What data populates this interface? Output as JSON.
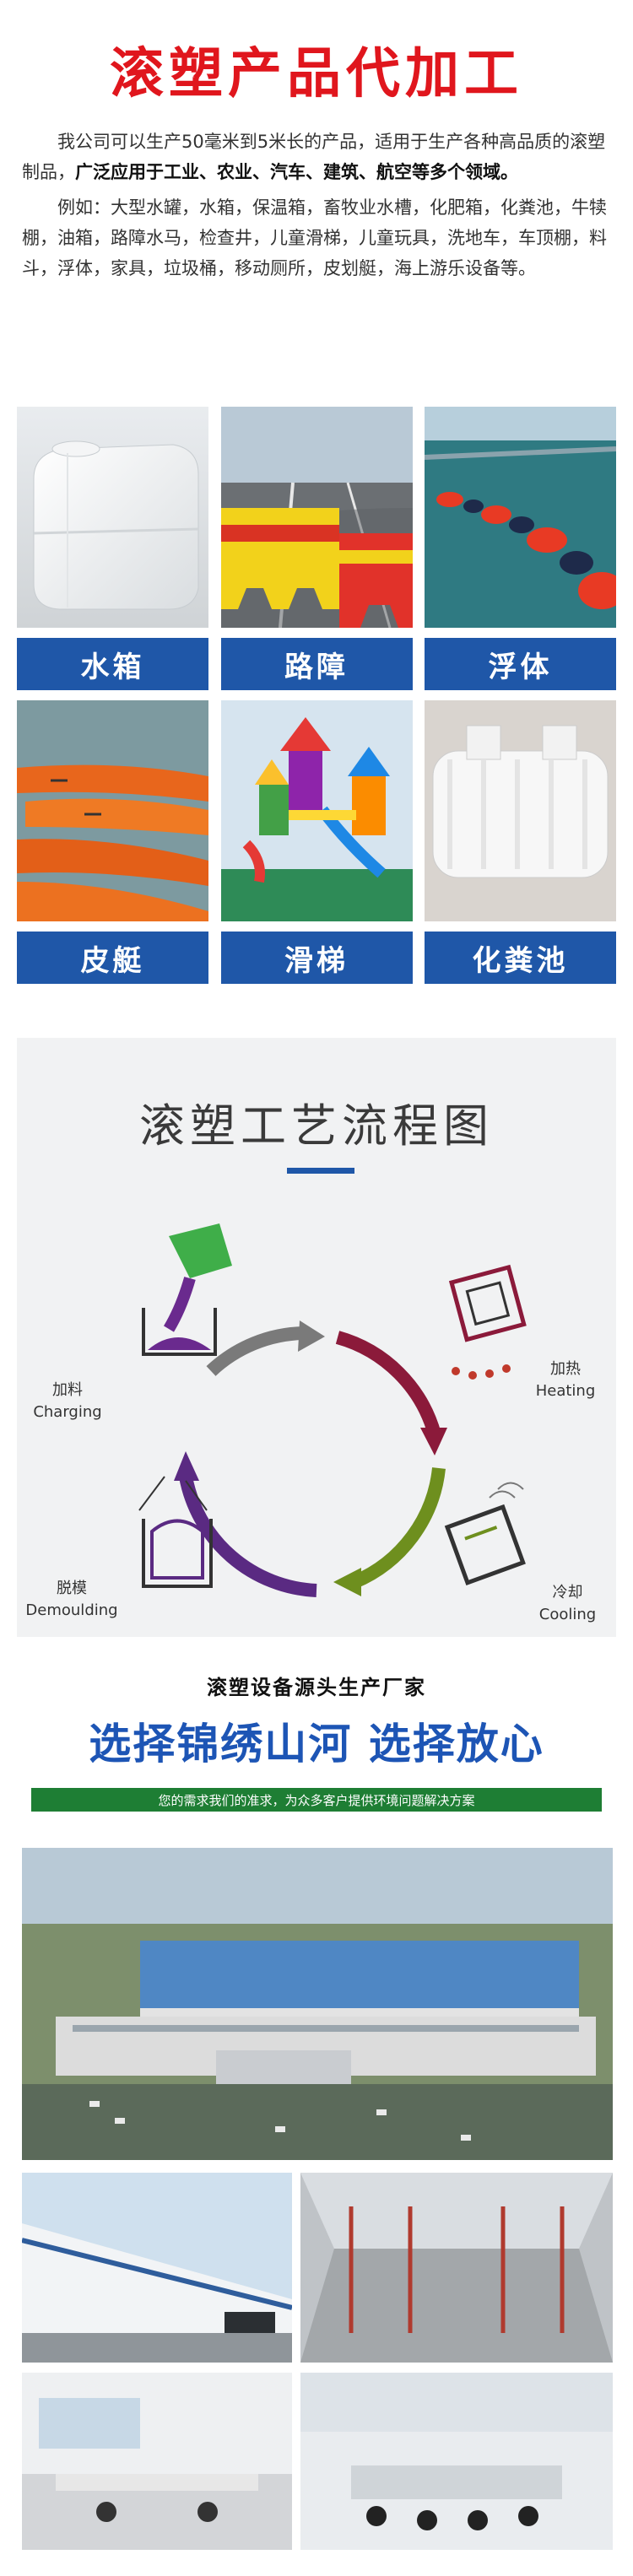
{
  "header": {
    "title": "滚塑产品代加工"
  },
  "intro": {
    "p1_normal": "我公司可以生产50毫米到5米长的产品，适用于生产各种高品质的滚塑制品，",
    "p1_bold": "广泛应用于工业、农业、汽车、建筑、航空等多个领域。",
    "p2": "例如：大型水罐，水箱，保温箱，畜牧业水槽，化肥箱，化粪池，牛犊棚，油箱，路障水马，检查井，儿童滑梯，儿童玩具，洗地车，车顶棚，料斗，浮体，家具，垃圾桶，移动厕所，皮划艇，海上游乐设备等。"
  },
  "products": [
    {
      "label": "水箱",
      "icon": "water-tank-photo"
    },
    {
      "label": "路障",
      "icon": "road-barrier-photo"
    },
    {
      "label": "浮体",
      "icon": "buoy-photo"
    },
    {
      "label": "皮艇",
      "icon": "kayak-photo"
    },
    {
      "label": "滑梯",
      "icon": "playground-slide-photo"
    },
    {
      "label": "化粪池",
      "icon": "septic-tank-photo"
    }
  ],
  "process": {
    "title": "滚塑工艺流程图",
    "steps": {
      "charging": {
        "cn": "加料",
        "en": "Charging"
      },
      "heating": {
        "cn": "加热",
        "en": "Heating"
      },
      "cooling": {
        "cn": "冷却",
        "en": "Cooling"
      },
      "demoulding": {
        "cn": "脱模",
        "en": "Demoulding"
      }
    },
    "colors": {
      "heating_arrow": "#8b1a3a",
      "cooling_arrow": "#6e8f1e",
      "demould_arrow": "#5a2a82",
      "charging_arrow": "#7a7a7a",
      "accent": "#1f57a8"
    }
  },
  "factory": {
    "subtitle": "滚塑设备源头生产厂家",
    "slogan": "选择锦绣山河 选择放心",
    "banner": "您的需求我们的准求，为众多客户提供环境问题解决方案"
  }
}
